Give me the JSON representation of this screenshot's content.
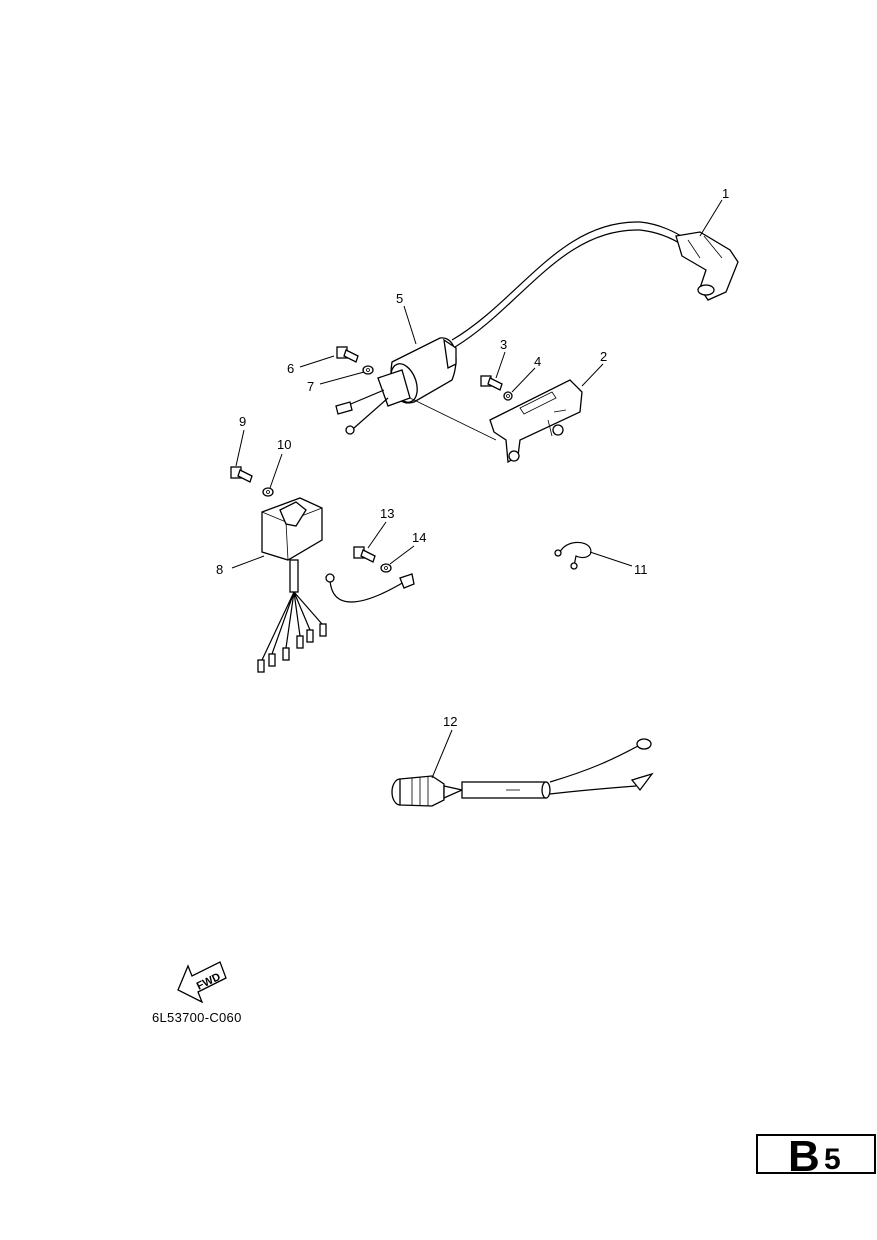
{
  "callouts": {
    "c1": "1",
    "c2": "2",
    "c3": "3",
    "c4": "4",
    "c5": "5",
    "c6": "6",
    "c7": "7",
    "c8": "8",
    "c9": "9",
    "c10": "10",
    "c11": "11",
    "c12": "12",
    "c13": "13",
    "c14": "14"
  },
  "fwd_label": "FWD",
  "drawing_code": "6L53700-C060",
  "page": {
    "letter": "B",
    "number": "5"
  }
}
